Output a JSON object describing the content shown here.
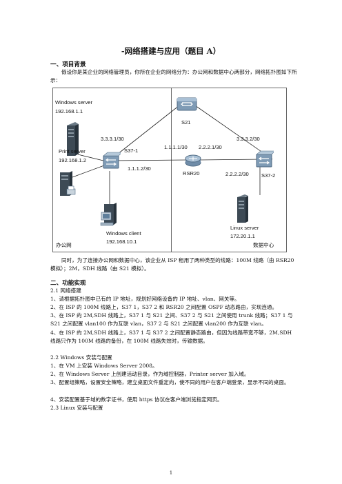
{
  "doc": {
    "title": "-网络搭建与应用（题目 A）",
    "sec1_heading": "一、项目背景",
    "sec1_p1": "假设你是某企业的网络管理员，你所在企业的网络分为：办公网和数据中心两部分，网络拓扑图如下所示：",
    "sec1_p2": "同时，为了连接办公网和数据中心，该企业从 ISP 租用了两种类型的线路：100M 线路（由 RSR20 模拟）；2M，SDH 线路（由 S21 模拟）。",
    "sec2_heading": "二、功能实现",
    "sec2_1_heading": "2.1  网络搭建",
    "sec2_1_items": [
      "1、请根据拓扑图中已有的 IP 地址，规划好网络设备的 IP 地址、vlan、网关等。",
      "2、在 ISP 的 100M 线路上，S37 1，S37 2 和 RSR20 之间配置 OSPF 动态路由，实现连通。",
      "3、在 ISP 的 2M,SDH 线路上，S37 1 与 S21 之间、S37 2 与 S21 之间使用 trunk 线路；S37 1 与 S21 之间配置 vlan100 作为互联 vlan，S37 2 与 S21 之间配置 vlan200 作为互联 vlan。",
      "4、在 ISP 的 2M,SDH 线路上，S37 1 与 S37 2 之间配置静态路由，但因为线路带宽不够，2M,SDH 线路只作为 100M 线路的备份，在 100M 线路失效时，传输数据。"
    ],
    "sec2_2_heading": "2.2     Windows 安装与配置",
    "sec2_2_items": [
      "1、在 VM 上安装 Windows Server    2008。",
      "2、在 Windows Server 上创建活动目录，作为域控制器，Printer server 加入域。",
      "3、配置组策略，设置安全策略，建立桌面文件重定向，使不同的用户在客户端登录，显示不同的桌面。",
      "4、安装配置基于域的数字证书，使用 https 协议在客户端浏览指定网页。"
    ],
    "sec2_3_heading": "2.3     Linux 安装与配置",
    "page_number": "1"
  },
  "diagram": {
    "zone_office": "办公网",
    "zone_datacenter": "数据中心",
    "windows_server": {
      "name": "Windows server",
      "ip": "192.168.1.1"
    },
    "print_server": {
      "name": "Print server",
      "ip": "192.168.1.2"
    },
    "windows_client": {
      "name": "Windows client",
      "ip": "192.168.10.1"
    },
    "linux_server": {
      "name": "Linux server",
      "ip": "172.20.1.1"
    },
    "s21": "S21",
    "s37_1": "S37-1",
    "s37_2": "S37-2",
    "rsr20": "RSR20",
    "links": {
      "s37_1_to_s21": "3.3.3.1/30",
      "s37_2_to_s21": "3.3.3.2/30",
      "rsr20_to_s37_1": "1.1.1.1/30",
      "rsr20_to_s37_2": "2.2.2.1/30",
      "s37_1_to_rsr20": "1.1.1.2/30",
      "s37_2_to_rsr20": "2.2.2.2/30"
    },
    "colors": {
      "server_dark": "#3d4a55",
      "router_blue": "#8aa9c4",
      "device_edge": "#6b8399"
    }
  }
}
